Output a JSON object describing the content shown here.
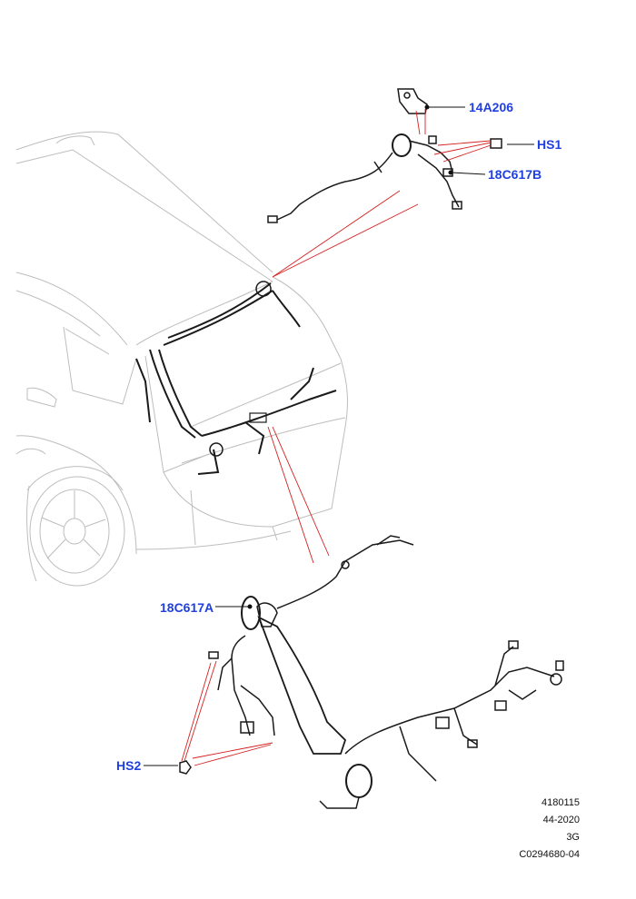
{
  "callouts": {
    "part_14a206": "14A206",
    "part_hs1": "HS1",
    "part_18c617b": "18C617B",
    "part_18c617a": "18C617A",
    "part_hs2": "HS2"
  },
  "footer": {
    "line1": "4180115",
    "line2": "44-2020",
    "line3": "3G",
    "line4": "C0294680-04"
  },
  "colors": {
    "callout_text": "#1f3fe0",
    "leader_red": "#d42020",
    "vehicle_outline": "#bdbdbd",
    "harness": "#1a1a1a"
  }
}
